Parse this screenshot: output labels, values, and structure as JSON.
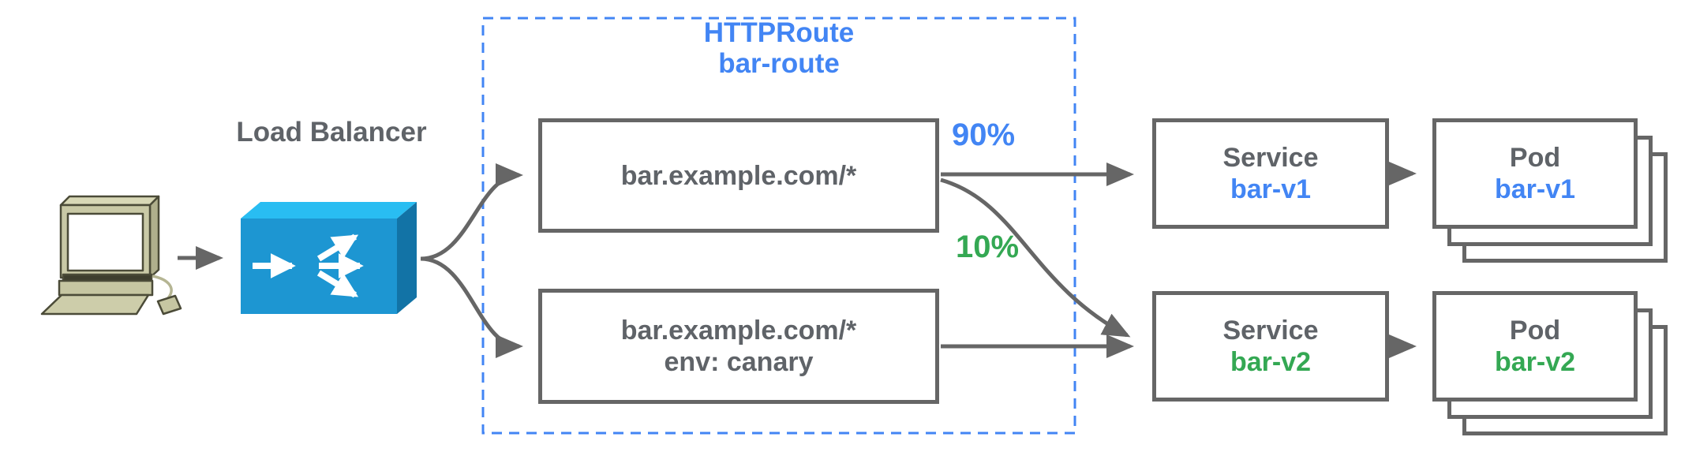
{
  "diagram_title": "",
  "client": {
    "icon": "desktop-computer-icon"
  },
  "load_balancer": {
    "label": "Load Balancer",
    "icon": "load-balancer-icon"
  },
  "httproute": {
    "kind": "HTTPRoute",
    "name": "bar-route",
    "rules": [
      {
        "match": "bar.example.com/*"
      },
      {
        "match": "bar.example.com/*",
        "header": "env: canary"
      }
    ]
  },
  "routes": [
    {
      "weight": "90%",
      "service": {
        "kind": "Service",
        "name": "bar-v1"
      },
      "pod": {
        "kind": "Pod",
        "name": "bar-v1"
      },
      "accent": "#4285f4"
    },
    {
      "weight": "10%",
      "service": {
        "kind": "Service",
        "name": "bar-v2"
      },
      "pod": {
        "kind": "Pod",
        "name": "bar-v2"
      },
      "accent": "#34a853"
    }
  ],
  "colors": {
    "arrow_stroke": "#666666",
    "text_gray": "#5f6368",
    "blue": "#4285f4",
    "green": "#34a853",
    "dashed_border": "#4285f4",
    "lb_top_face": "#29bdf2",
    "lb_front_face": "#1d96d2",
    "lb_side_face": "#1273a6",
    "computer_body": "#c9c9a6",
    "computer_outline": "#4b4b38"
  }
}
